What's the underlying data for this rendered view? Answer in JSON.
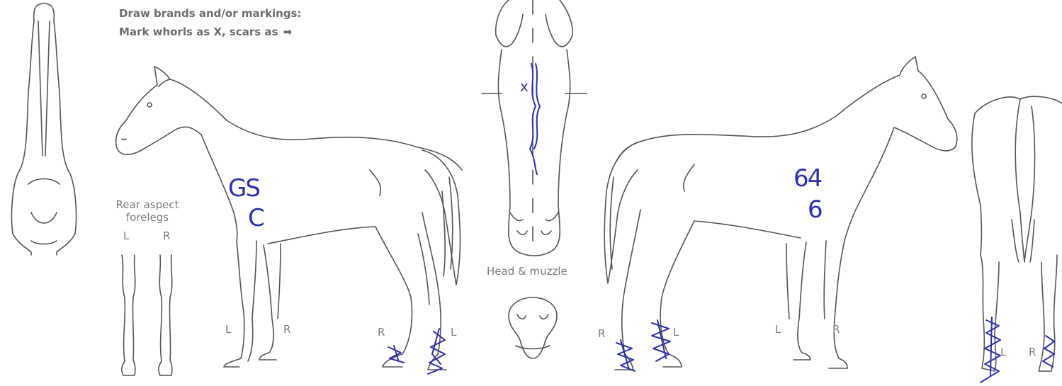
{
  "header": {
    "line1": "Draw brands and/or markings:",
    "line2": "Mark whorls as X, scars as",
    "scar_symbol": "➡"
  },
  "labels": {
    "rear_aspect_title_1": "Rear aspect",
    "rear_aspect_title_2": "forelegs",
    "left": "L",
    "right": "R",
    "head_muzzle": "Head & muzzle"
  },
  "handwriting": {
    "left_side_line1": "GS",
    "left_side_line2": "C",
    "right_side_line1": "64",
    "right_side_line2": "6",
    "whorl_mark": "x"
  },
  "colors": {
    "outline": "#555555",
    "pen": "#2e2fb0",
    "text": "#6d6d6d"
  }
}
